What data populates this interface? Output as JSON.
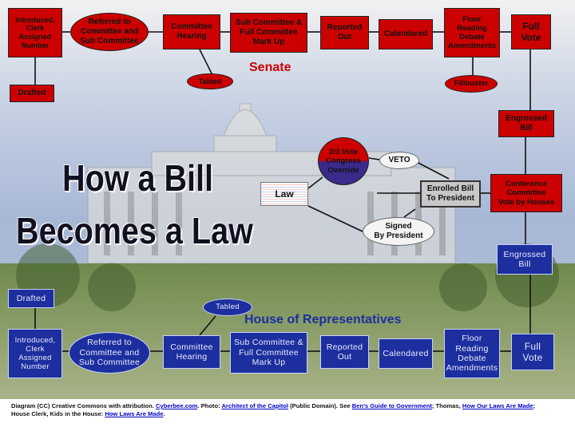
{
  "title": {
    "line1": "How a Bill",
    "line2": "Becomes a Law"
  },
  "senate": {
    "label": "Senate",
    "steps": [
      "Introduced,\nClerk\nAssigned\nNumber",
      "Referred to\nCommittee and\nSub Committee",
      "Committee\nHearing",
      "Sub Committee &\nFull Committee\nMark Up",
      "Reported\nOut",
      "Calendared",
      "Floor\nReading\nDebate\nAmendments",
      "Full\nVote"
    ],
    "drafted": "Drafted",
    "tabled": "Tabled",
    "filibuster": "Filibuster",
    "engrossed": "Engrossed\nBill"
  },
  "middle": {
    "conference": "Conference\nCommittee\nVote by Houses",
    "enrolled": "Enrolled Bill\nTo President",
    "veto": "VETO",
    "override": "2/3 Vote\nCongress\nOverride",
    "signed": "Signed\nBy President",
    "law": "Law"
  },
  "house": {
    "label": "House of Representatives",
    "steps": [
      "Introduced,\nClerk\nAssigned\nNumber",
      "Referred to\nCommittee and\nSub Committee",
      "Committee\nHearing",
      "Sub Committee &\nFull Committee\nMark Up",
      "Reported\nOut",
      "Calendared",
      "Floor\nReading\nDebate\nAmendments",
      "Full\nVote"
    ],
    "drafted": "Drafted",
    "tabled": "Tabled",
    "engrossed": "Engrossed\nBill"
  },
  "footer": {
    "t1": "Diagram (CC) Creative Commons with attribution. ",
    "l1": "Cyberbee.com",
    "t2": ". Photo: ",
    "l2": "Architect of the Capitol",
    "t3": " (Public Domain). See ",
    "l3": "Ben's Guide to Government",
    "t4": "; Thomas, ",
    "l4": "How Our Laws Are Made",
    "t5": "; House Clerk, Kids in the House: ",
    "l5": "How Laws Are Made",
    "t6": "."
  },
  "colors": {
    "senate_red": "#cc0000",
    "house_blue": "#1d2f9e",
    "arrow": "#111111",
    "veto_purple": "#3a2a8a"
  }
}
